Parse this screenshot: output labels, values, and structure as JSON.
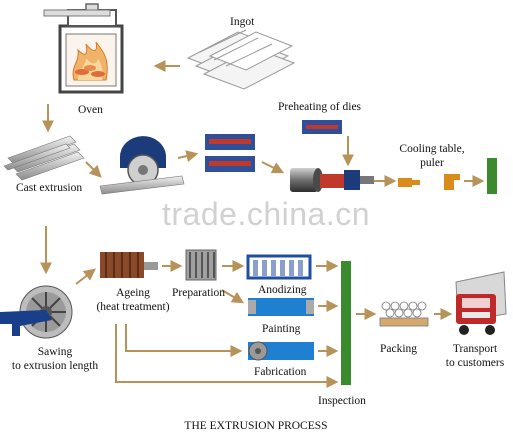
{
  "title": "THE EXTRUSION PROCESS",
  "watermark": "trade.china.cn",
  "steps": {
    "ingot": "Ingot",
    "oven": "Oven",
    "preheating": "Preheating of dies",
    "cast_extrusion": "Cast extrusion",
    "cooling": "Cooling table,",
    "cooling_2": "puler",
    "ageing": "Ageing",
    "ageing_2": "(heat treatment)",
    "preparation": "Preparation",
    "anodizing": "Anodizing",
    "painting": "Painting",
    "fabrication": "Fabrication",
    "inspection": "Inspection",
    "packing": "Packing",
    "transport": "Transport",
    "transport_2": "to customers",
    "sawing": "Sawing",
    "sawing_2": "to extrusion length"
  },
  "colors": {
    "arrow": "#b7935a",
    "oven_frame": "#555555",
    "flame": "#e8a04a",
    "billet": "#cfcfcf",
    "die_blue": "#2f4f9a",
    "press_red": "#c0392b",
    "puller_orange": "#d98c1a",
    "inspection_green": "#3c8a2e",
    "painting_blue": "#1f7fd1",
    "saw_blue": "#1a3f8a",
    "rack_brown": "#8a4a2a",
    "truck_red": "#c0282a"
  },
  "icons": [
    "oven-icon",
    "ingot-stack-icon",
    "cast-extrusion-icon",
    "saw-blade-icon",
    "die-icon",
    "press-icon",
    "puller-icon",
    "ageing-rack-icon",
    "preparation-rack-icon",
    "anodizing-tank-icon",
    "painting-line-icon",
    "fabrication-machine-icon",
    "inspection-bar-icon",
    "packing-icon",
    "truck-icon"
  ]
}
